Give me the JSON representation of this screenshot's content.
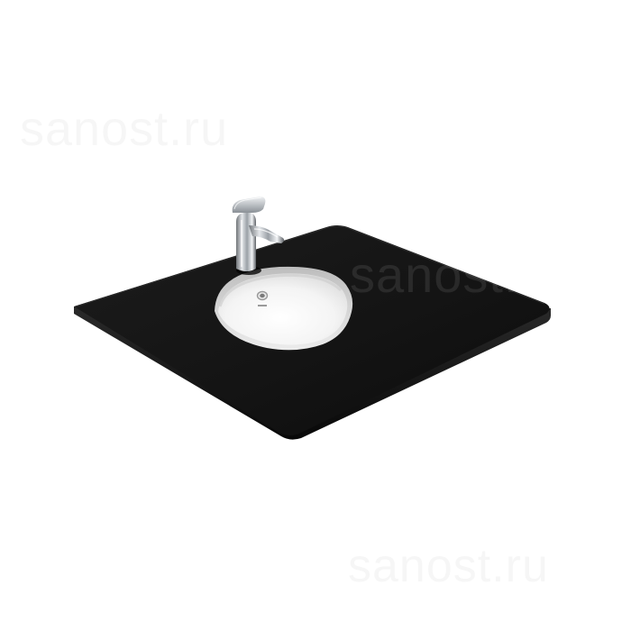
{
  "product": {
    "subject": "undermount washbasin in black countertop with single-lever faucet",
    "countertop_color": "#141414",
    "basin_color": "#f7f7f7",
    "faucet_color": "#c9cdd1"
  },
  "watermark": {
    "text_top": "sanost.ru",
    "text_middle": "sanost.",
    "text_bottom": "sanost.ru"
  }
}
